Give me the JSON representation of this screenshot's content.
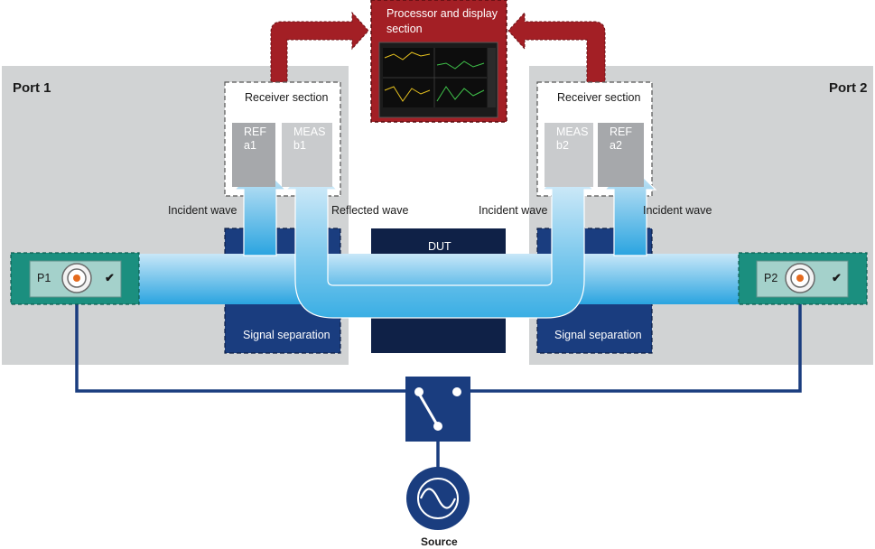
{
  "ports": {
    "left_title": "Port 1",
    "right_title": "Port 2",
    "left_connector": "P1",
    "right_connector": "P2"
  },
  "processor": {
    "line1": "Processor and display",
    "line2": "section"
  },
  "receiver": {
    "left_title": "Receiver section",
    "right_title": "Receiver section"
  },
  "receivers": {
    "ref_a1": {
      "top": "REF",
      "bottom": "a1"
    },
    "meas_b1": {
      "top": "MEAS",
      "bottom": "b1"
    },
    "meas_b2": {
      "top": "MEAS",
      "bottom": "b2"
    },
    "ref_a2": {
      "top": "REF",
      "bottom": "a2"
    }
  },
  "waves": {
    "incident_left": "Incident wave",
    "reflected": "Reflected wave",
    "incident_mid": "Incident wave",
    "incident_right": "Incident wave"
  },
  "dut": "DUT",
  "separation": {
    "left": "Signal separation",
    "right": "Signal separation"
  },
  "source": "Source",
  "icons": {
    "check": "✔"
  },
  "colors": {
    "port_bg": "#d1d3d4",
    "processor": "#a31f25",
    "navy": "#1a3d7f",
    "dut": "#0f2147",
    "teal": "#1b8f7f",
    "signal_light": "#c7e6f8",
    "signal_dark": "#2ba7e2"
  }
}
